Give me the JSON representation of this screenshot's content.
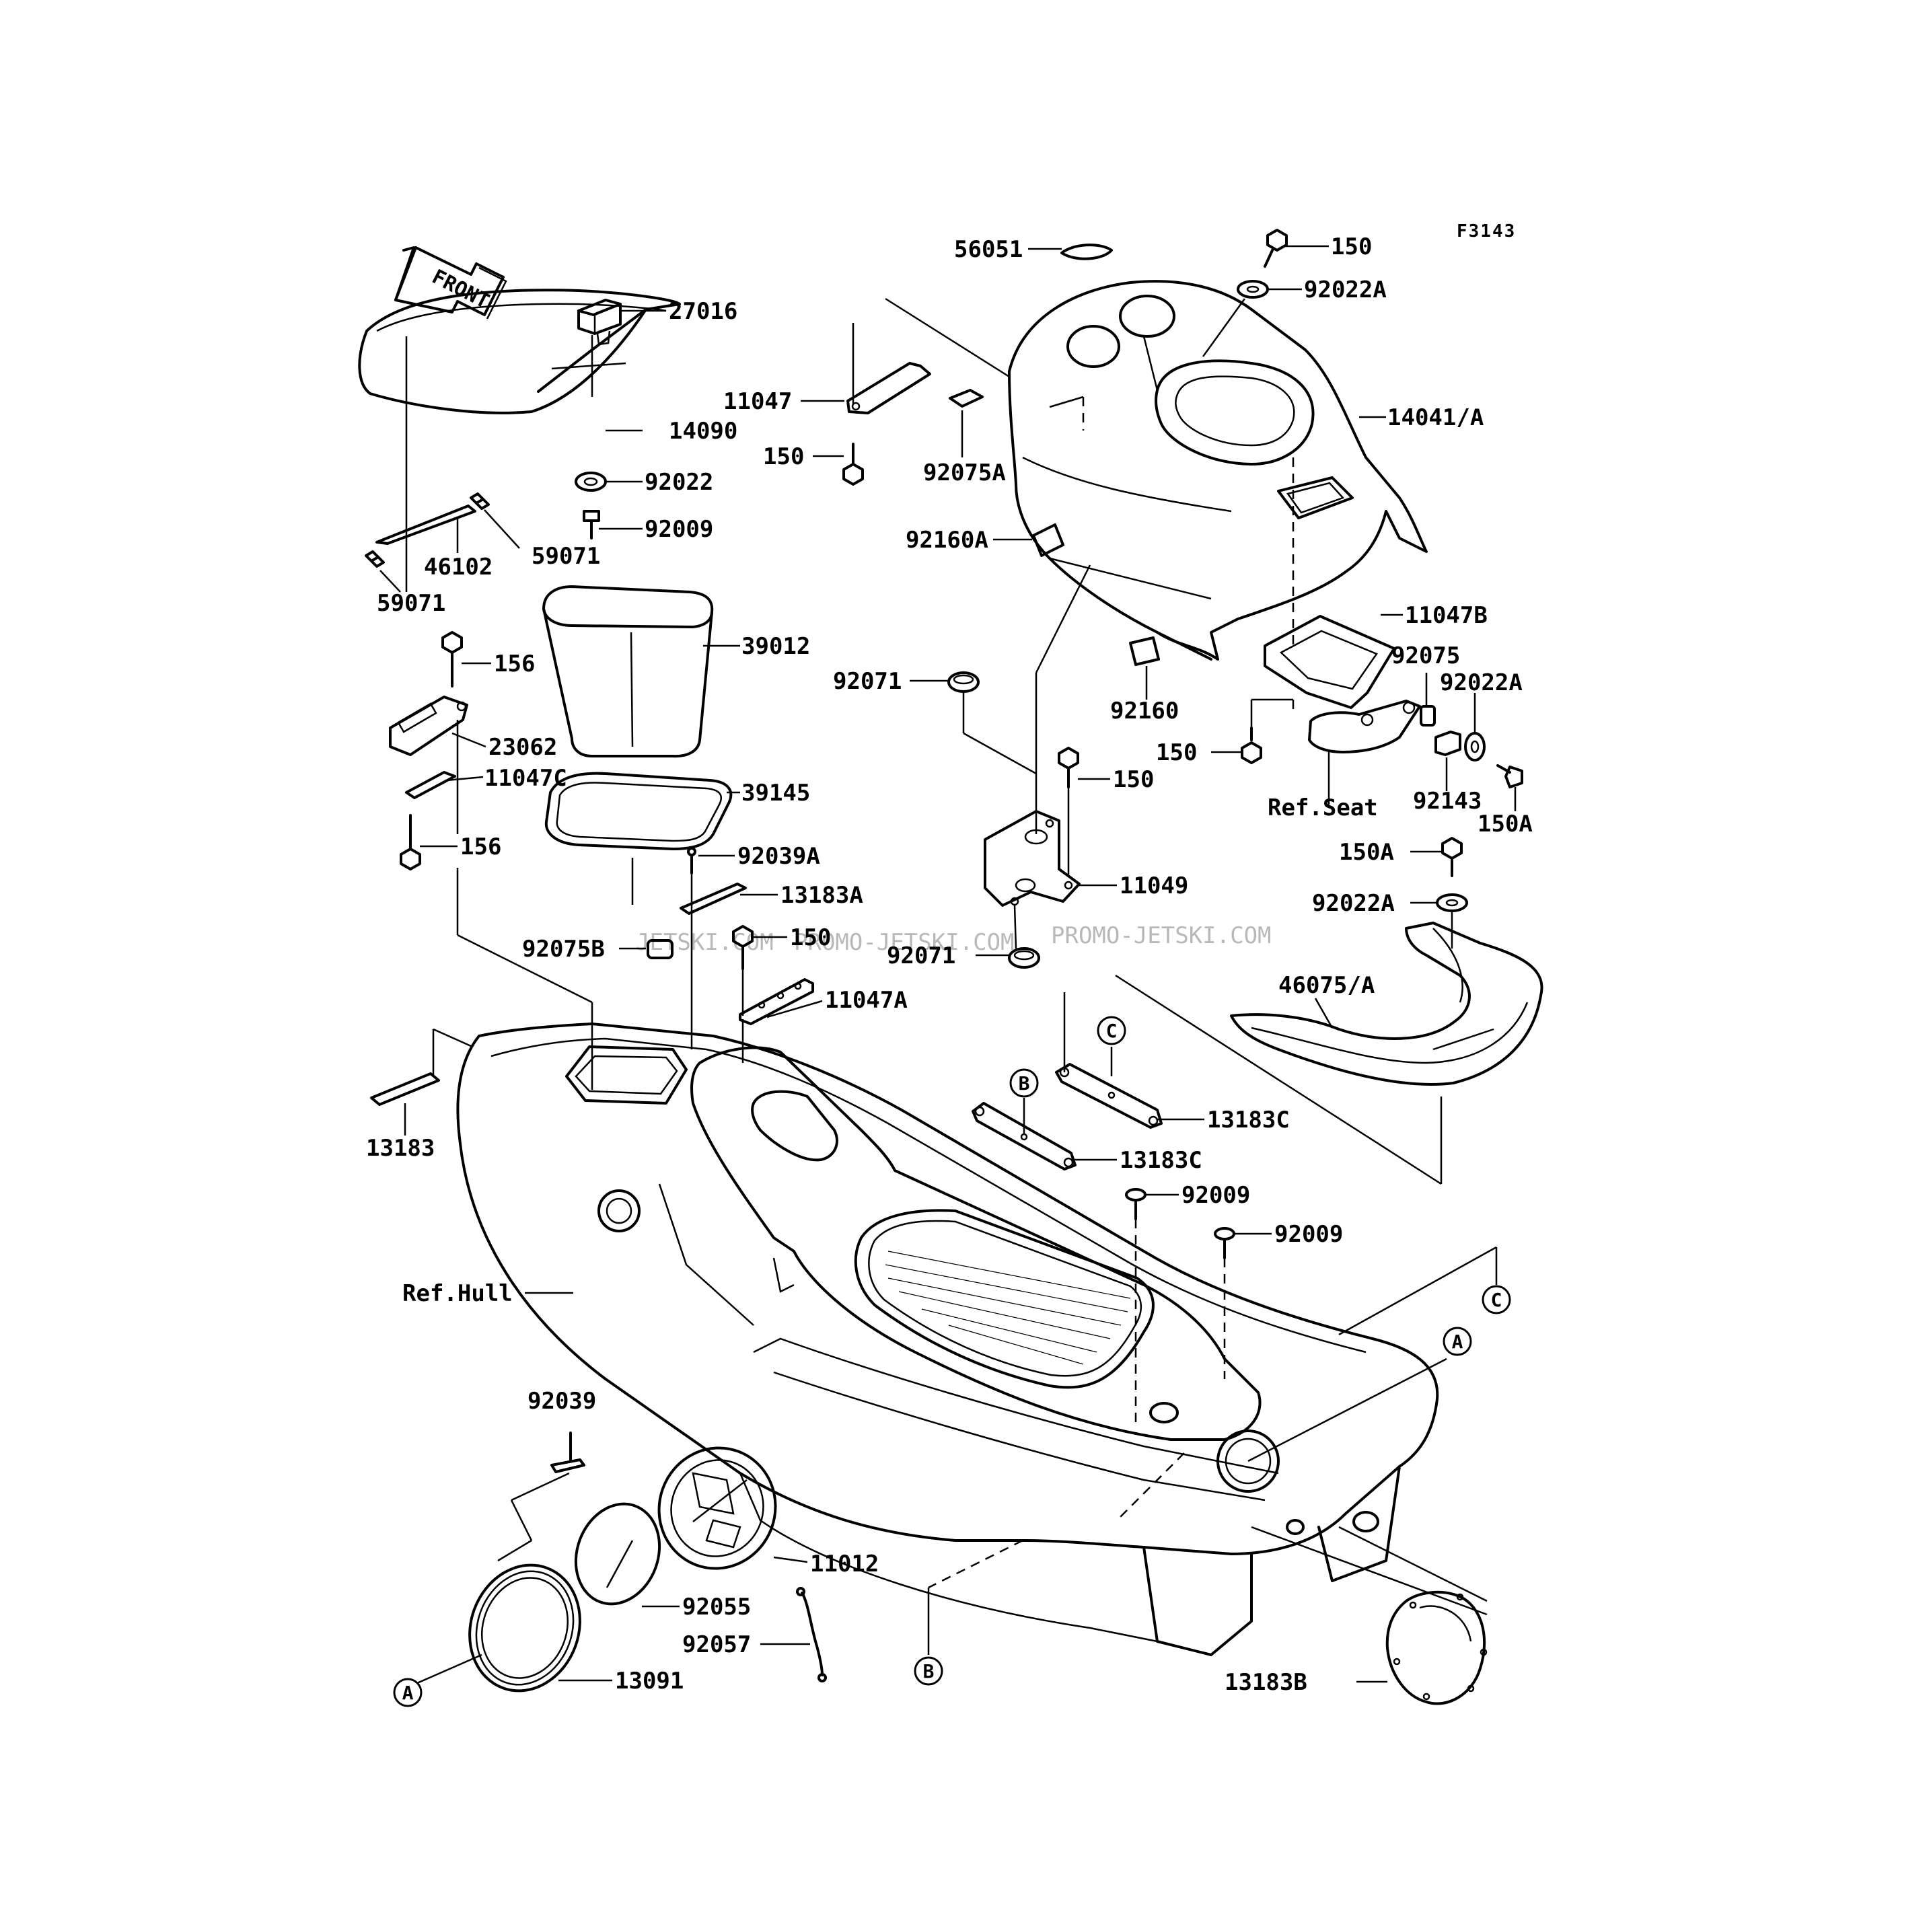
{
  "figure_code": "F3143",
  "front_arrow_text": "FRONT",
  "watermarks": [
    "JETSKI.COM",
    "PROMO-JETSKI.COM",
    "PROMO-JETSKI.COM"
  ],
  "part_labels": [
    {
      "id": "56051",
      "text": "56051"
    },
    {
      "id": "150-top",
      "text": "150"
    },
    {
      "id": "92022A-top",
      "text": "92022A"
    },
    {
      "id": "27016",
      "text": "27016"
    },
    {
      "id": "11047",
      "text": "11047"
    },
    {
      "id": "14041A",
      "text": "14041/A"
    },
    {
      "id": "14090",
      "text": "14090"
    },
    {
      "id": "150-a",
      "text": "150"
    },
    {
      "id": "92075A",
      "text": "92075A"
    },
    {
      "id": "92022",
      "text": "92022"
    },
    {
      "id": "92009-a",
      "text": "92009"
    },
    {
      "id": "92160A",
      "text": "92160A"
    },
    {
      "id": "46102",
      "text": "46102"
    },
    {
      "id": "59071-a",
      "text": "59071"
    },
    {
      "id": "59071-b",
      "text": "59071"
    },
    {
      "id": "11047B",
      "text": "11047B"
    },
    {
      "id": "39012",
      "text": "39012"
    },
    {
      "id": "156-a",
      "text": "156"
    },
    {
      "id": "92075",
      "text": "92075"
    },
    {
      "id": "92071-a",
      "text": "92071"
    },
    {
      "id": "92022A-b",
      "text": "92022A"
    },
    {
      "id": "92160",
      "text": "92160"
    },
    {
      "id": "23062",
      "text": "23062"
    },
    {
      "id": "150-b",
      "text": "150"
    },
    {
      "id": "150-c",
      "text": "150"
    },
    {
      "id": "11047C",
      "text": "11047C"
    },
    {
      "id": "92143",
      "text": "92143"
    },
    {
      "id": "150A-a",
      "text": "150A"
    },
    {
      "id": "39145",
      "text": "39145"
    },
    {
      "id": "156-b",
      "text": "156"
    },
    {
      "id": "150A-b",
      "text": "150A"
    },
    {
      "id": "92039A",
      "text": "92039A"
    },
    {
      "id": "11049",
      "text": "11049"
    },
    {
      "id": "13183A",
      "text": "13183A"
    },
    {
      "id": "92022A-c",
      "text": "92022A"
    },
    {
      "id": "150-d",
      "text": "150"
    },
    {
      "id": "92075B",
      "text": "92075B"
    },
    {
      "id": "92071-b",
      "text": "92071"
    },
    {
      "id": "46075A",
      "text": "46075/A"
    },
    {
      "id": "11047A",
      "text": "11047A"
    },
    {
      "id": "13183C-a",
      "text": "13183C"
    },
    {
      "id": "13183",
      "text": "13183"
    },
    {
      "id": "13183C-b",
      "text": "13183C"
    },
    {
      "id": "92009-b",
      "text": "92009"
    },
    {
      "id": "92009-c",
      "text": "92009"
    },
    {
      "id": "92039",
      "text": "92039"
    },
    {
      "id": "11012",
      "text": "11012"
    },
    {
      "id": "92055",
      "text": "92055"
    },
    {
      "id": "92057",
      "text": "92057"
    },
    {
      "id": "13091",
      "text": "13091"
    },
    {
      "id": "13183B",
      "text": "13183B"
    }
  ],
  "reference_labels": {
    "seat": "Ref.Seat",
    "hull": "Ref.Hull"
  },
  "callout_letters": [
    {
      "id": "C-upper",
      "text": "C"
    },
    {
      "id": "B-upper",
      "text": "B"
    },
    {
      "id": "C-right",
      "text": "C"
    },
    {
      "id": "A-right",
      "text": "A"
    },
    {
      "id": "A-lower",
      "text": "A"
    },
    {
      "id": "B-lower",
      "text": "B"
    }
  ]
}
